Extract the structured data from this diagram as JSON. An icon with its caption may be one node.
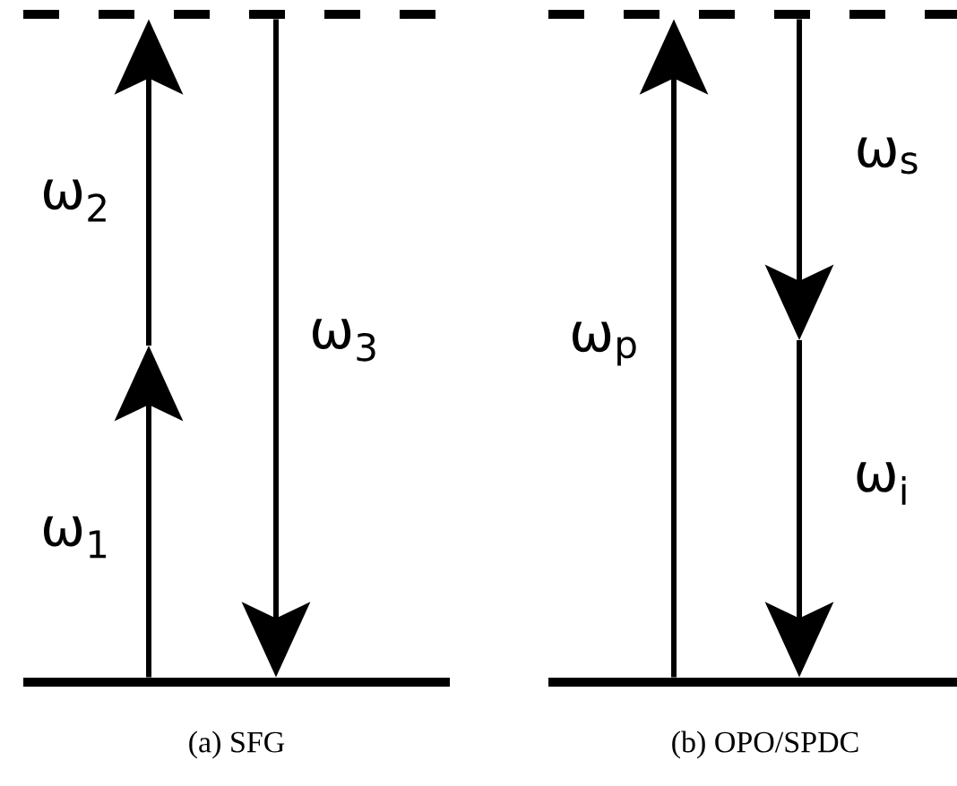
{
  "diagram": {
    "nodes": [
      {
        "text": [],
        "shape": "bar"
      },
      {
        "text": [],
        "shape": "line"
      },
      {
        "text": [],
        "shape": "bar"
      },
      {
        "text": [],
        "shape": "line"
      }
    ],
    "edges": [
      {
        "from": 0,
        "to": null,
        "arrow": "to",
        "label": "ω$_{1}$"
      },
      {
        "from": null,
        "to": 1,
        "arrow": "to",
        "label": "ω$_{2}$"
      },
      {
        "from": 1,
        "to": 0,
        "arrow": "to",
        "label": "ω$_{3}$"
      },
      {
        "from": 2,
        "to": 3,
        "arrow": "to",
        "label": "ω$_{p}$"
      },
      {
        "from": 3,
        "to": null,
        "arrow": "to",
        "label": "ω$_{s}$"
      },
      {
        "from": null,
        "to": 2,
        "arrow": "to",
        "label": "ω$_{i}$"
      }
    ],
    "labels": [
      "(a) SFG",
      "(b) OPO/SPDC"
    ]
  }
}
